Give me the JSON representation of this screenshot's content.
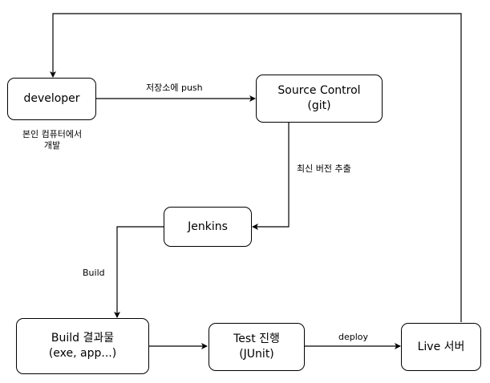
{
  "nodes": {
    "developer": {
      "line1": "developer"
    },
    "source_control": {
      "line1": "Source Control",
      "line2": "(git)"
    },
    "jenkins": {
      "line1": "Jenkins"
    },
    "build_result": {
      "line1": "Build 결과물",
      "line2": "(exe, app...)"
    },
    "test": {
      "line1": "Test 진행",
      "line2": "(JUnit)"
    },
    "live_server": {
      "line1": "Live 서버"
    }
  },
  "edges": {
    "push": "저장소에 push",
    "fetch": "최신 버전 추출",
    "build": "Build",
    "deploy": "deploy"
  },
  "notes": {
    "developer_line1": "본인 컴퓨터에서",
    "developer_line2": "개발"
  },
  "colors": {
    "stroke": "#000000",
    "background": "#ffffff"
  }
}
